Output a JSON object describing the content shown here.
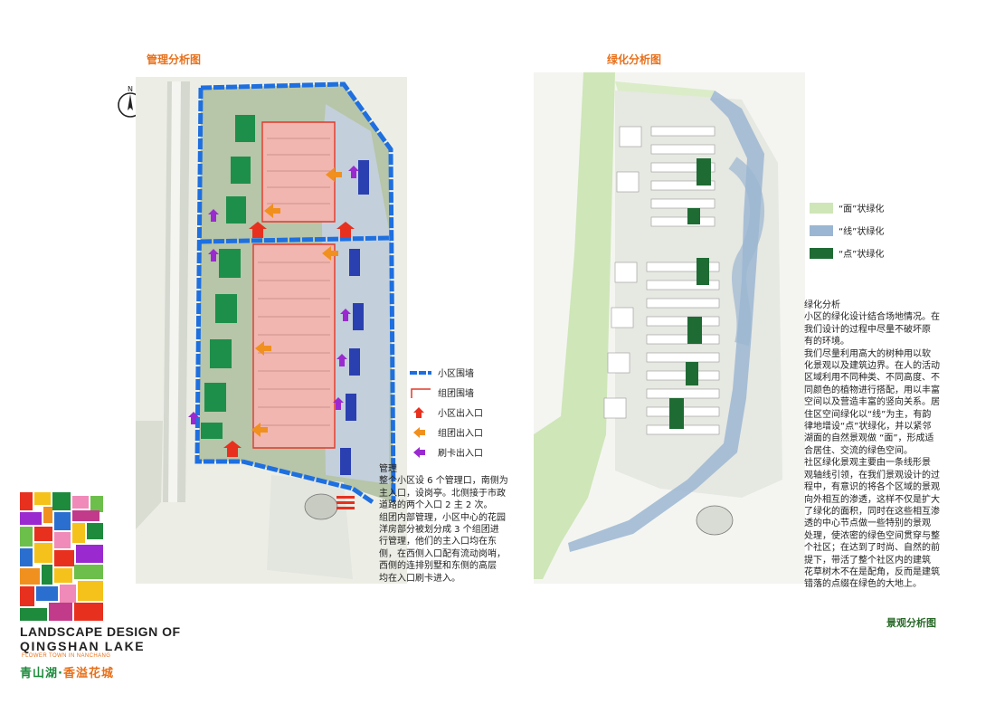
{
  "left_map": {
    "title": "管理分析图",
    "legend": [
      {
        "label": "小区围墙",
        "icon": "wall-line-icon"
      },
      {
        "label": "组团围墙",
        "icon": "group-wall-icon"
      },
      {
        "label": "小区出入口",
        "icon": "main-entrance-icon"
      },
      {
        "label": "组团出入口",
        "icon": "group-entrance-icon"
      },
      {
        "label": "刷卡出入口",
        "icon": "card-entrance-icon"
      }
    ],
    "description": "管理\n整个小区设 6 个管理口，南侧为\n主入口，设岗亭。北侧接于市政\n道路的两个入口 2 主 2 次。\n组团内部管理，小区中心的花园\n洋房部分被划分成 3 个组团进\n行管理，他们的主入口均在东\n侧，在西侧入口配有流动岗哨，\n西侧的连排别墅和东侧的高层\n均在入口刷卡进入。"
  },
  "right_map": {
    "title": "绿化分析图",
    "legend": [
      {
        "label": "“面”状绿化",
        "color": "#cfe6b8"
      },
      {
        "label": "“线”状绿化",
        "color": "#9bb6d2"
      },
      {
        "label": "“点”状绿化",
        "color": "#1f6b34"
      }
    ],
    "description": "绿化分析\n小区的绿化设计结合场地情况。在\n我们设计的过程中尽量不破坏原\n有的环境。\n我们尽量利用高大的树种用以软\n化景观以及建筑边界。在人的活动\n区域利用不同种类、不同高度、不\n同颜色的植物进行搭配，用以丰富\n空间以及营造丰富的竖向关系。居\n住区空间绿化以“线”为主，有韵\n律地增设“点”状绿化，并以紧邻\n湖面的自然景观做 “面”，形成适\n合居住、交流的绿色空间。\n社区绿化景观主要由一条线形景\n观轴线引领，在我们景观设计的过\n程中，有意识的将各个区域的景观\n向外相互的渗透，这样不仅是扩大\n了绿化的面积，同时在这些相互渗\n透的中心节点做一些特别的景观\n处理，使浓密的绿色空间贯穿与整\n个社区；在达到了时尚、自然的前\n提下，带活了整个社区内的建筑\n花草树木不在是配角，反而是建筑\n错落的点缀在绿色的大地上。"
  },
  "north_label": "N",
  "brand": {
    "line1": "LANDSCAPE DESIGN OF",
    "line2": "QINGSHAN LAKE",
    "subline": "FLOWER TOWN IN NANCHANG",
    "cn_part1": "青山湖·",
    "cn_part2": "香溢花城"
  },
  "footer_title": "景观分析图",
  "colors": {
    "title_orange": "#e8701a",
    "wall_blue": "#1e6fe0",
    "group_wall_red": "#e03a2a",
    "entrance_red": "#e8301e",
    "entrance_orange": "#f0901e",
    "entrance_purple": "#9a2ad0",
    "pink_block": "#f2b6b0",
    "green_villa": "#1d8f4a",
    "face_green": "#cfe6b8",
    "line_blue": "#9bb6d2",
    "point_green": "#1f6b34"
  }
}
